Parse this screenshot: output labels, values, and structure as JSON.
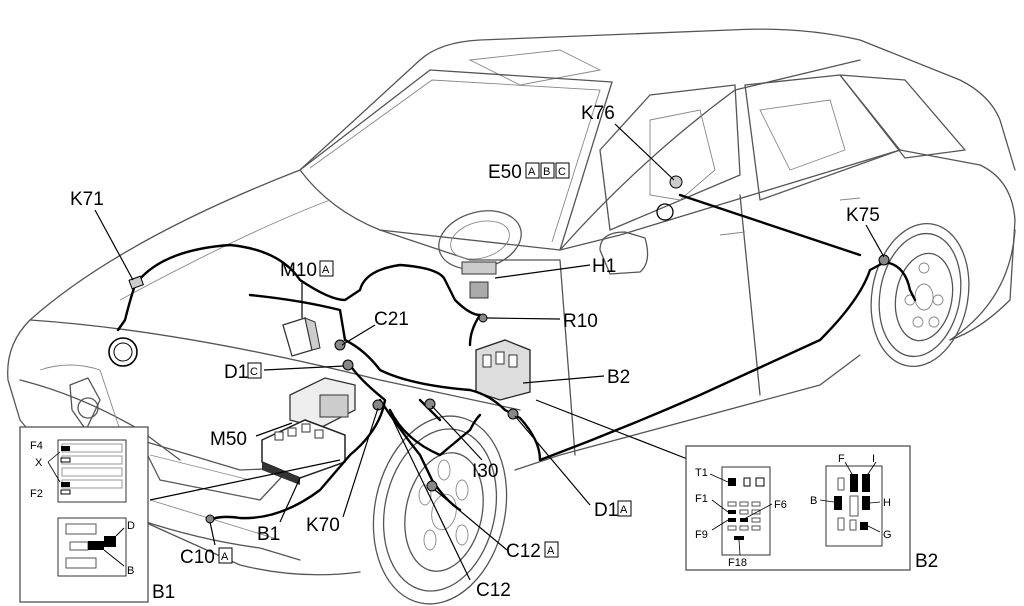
{
  "callouts": {
    "k71": "K71",
    "k76": "K76",
    "k75": "K75",
    "e50": "E50",
    "e50_boxes": [
      "A",
      "B",
      "C"
    ],
    "m10": "M10",
    "m10_box": "A",
    "h1": "H1",
    "c21": "C21",
    "r10": "R10",
    "d1c": "D1",
    "d1c_box": "C",
    "b2": "B2",
    "m50": "M50",
    "i30": "I30",
    "k70": "K70",
    "b1": "B1",
    "d1a": "D1",
    "d1a_box": "A",
    "c10": "C10",
    "c10_box": "A",
    "c12a": "C12",
    "c12a_box": "A",
    "c12": "C12"
  },
  "inset_b1": {
    "title": "B1",
    "labels": {
      "f4": "F4",
      "x": "X",
      "f2": "F2",
      "d": "D",
      "b": "B"
    }
  },
  "inset_b2": {
    "title": "B2",
    "labels": {
      "t1": "T1",
      "f1": "F1",
      "f6": "F6",
      "f9": "F9",
      "f18": "F18",
      "f": "F",
      "i": "I",
      "b": "B",
      "h": "H",
      "g": "G"
    }
  }
}
